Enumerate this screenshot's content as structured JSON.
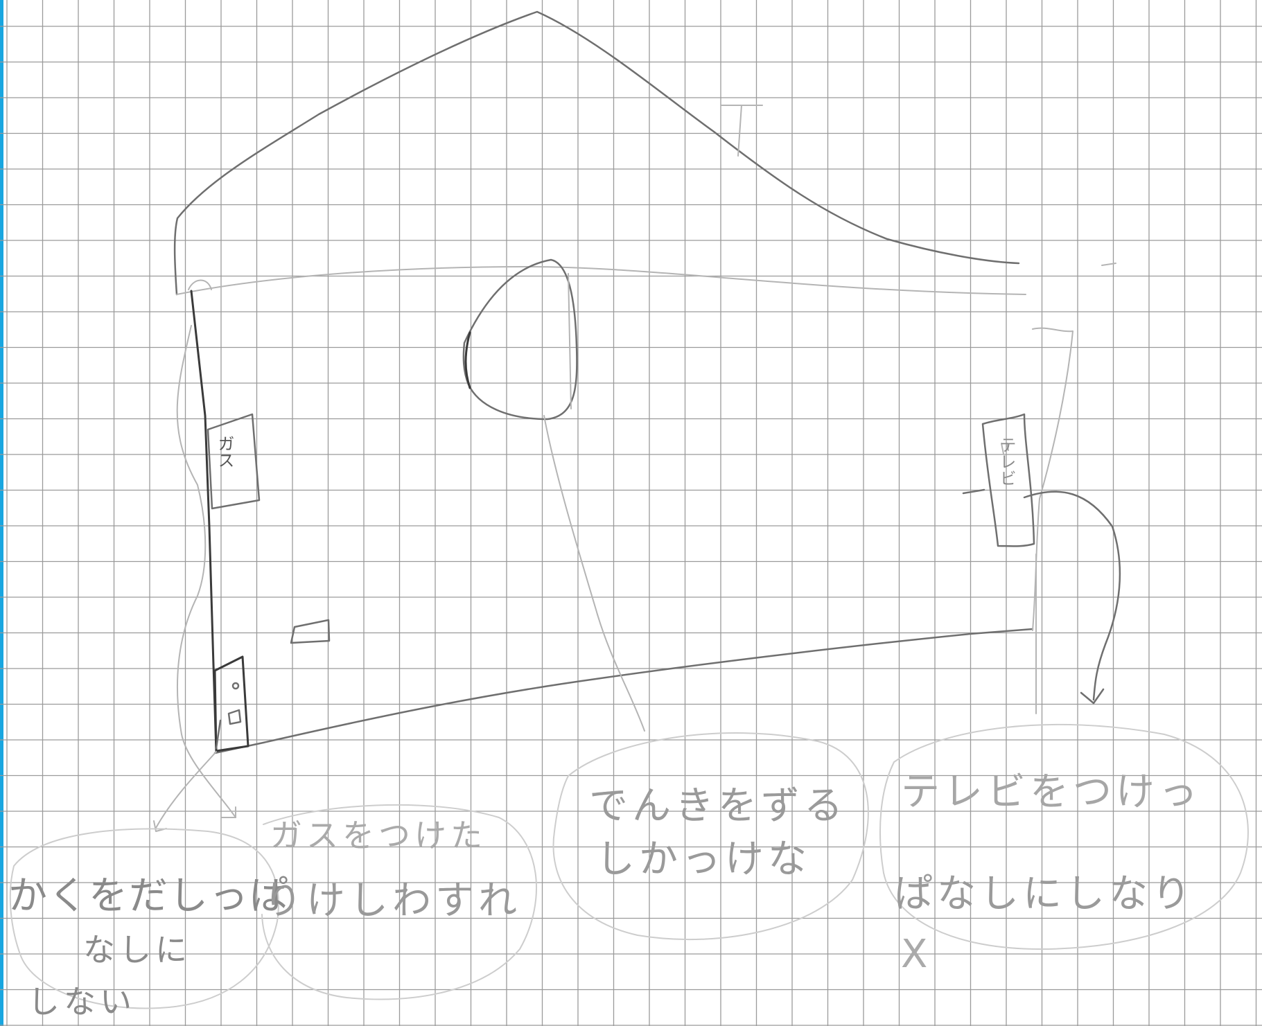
{
  "page": {
    "colors": {
      "paper": "#ffffff",
      "grid": "#9a9a9a",
      "pencil_dark": "#3a3a3a",
      "pencil_light": "#b4b4b4",
      "edge": "#19a6e0"
    },
    "grid": "square-ruled"
  },
  "labels": {
    "gas": "ガス",
    "tv": "テレビ"
  },
  "notes": {
    "n1": "かくをだしっぱ",
    "n2": "なしに",
    "n3": "しない",
    "n4": "ガスをつけた",
    "n5": "りけしわすれ",
    "n6": "でんきをずる",
    "n7": "しかっけな",
    "n8": "テレビをつけっ",
    "n9": "ぱなしにしなり",
    "n10": "X"
  }
}
